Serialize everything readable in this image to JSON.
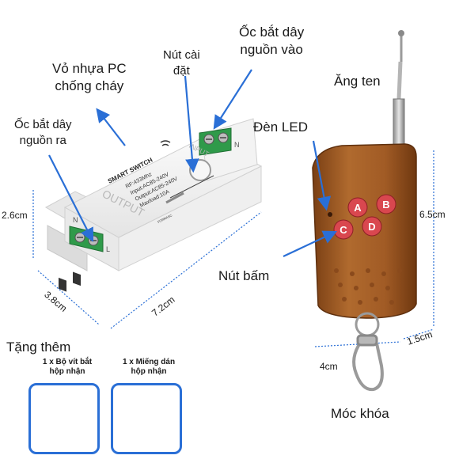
{
  "labels": {
    "pc_shell": [
      "Vỏ nhựa PC",
      "chống cháy"
    ],
    "reset_button": [
      "Nút cài",
      "đặt"
    ],
    "power_in_screw": [
      "Ốc bắt dây",
      "nguồn vào"
    ],
    "antenna": "Ăng ten",
    "power_out_screw": [
      "Ốc bắt dây",
      "nguồn ra"
    ],
    "led": "Đèn LED",
    "press_button": "Nút bấm",
    "keyring": "Móc khóa"
  },
  "dimensions": {
    "height": "2.6cm",
    "width": "3.8cm",
    "length": "7.2cm",
    "remote_height": "6.5cm",
    "remote_thickness": "1.5cm",
    "remote_width": "4cm"
  },
  "module_print": {
    "brand": "SMART SWITCH",
    "output": "OUTPUT",
    "specs": [
      "RF:433Mhz",
      "Input:AC85-240V",
      "Output:AC85-240V",
      "Maxload:10A"
    ],
    "input_mark": "INPUT",
    "terminal_n": "N",
    "terminal_l": "L",
    "logo_text": "FORMASC"
  },
  "remote_buttons": [
    "A",
    "B",
    "C",
    "D"
  ],
  "gifts": {
    "heading": "Tặng thêm",
    "items": [
      {
        "caption": [
          "1 x Bộ vít bắt",
          "hộp nhận"
        ]
      },
      {
        "caption": [
          "1 x Miếng dán",
          "hộp nhận"
        ]
      }
    ]
  },
  "colors": {
    "arrow_blue": "#2a6fd6",
    "remote_wood": "#a4622a",
    "button_red": "#d9474f",
    "terminal_green": "#2f9a4a"
  }
}
